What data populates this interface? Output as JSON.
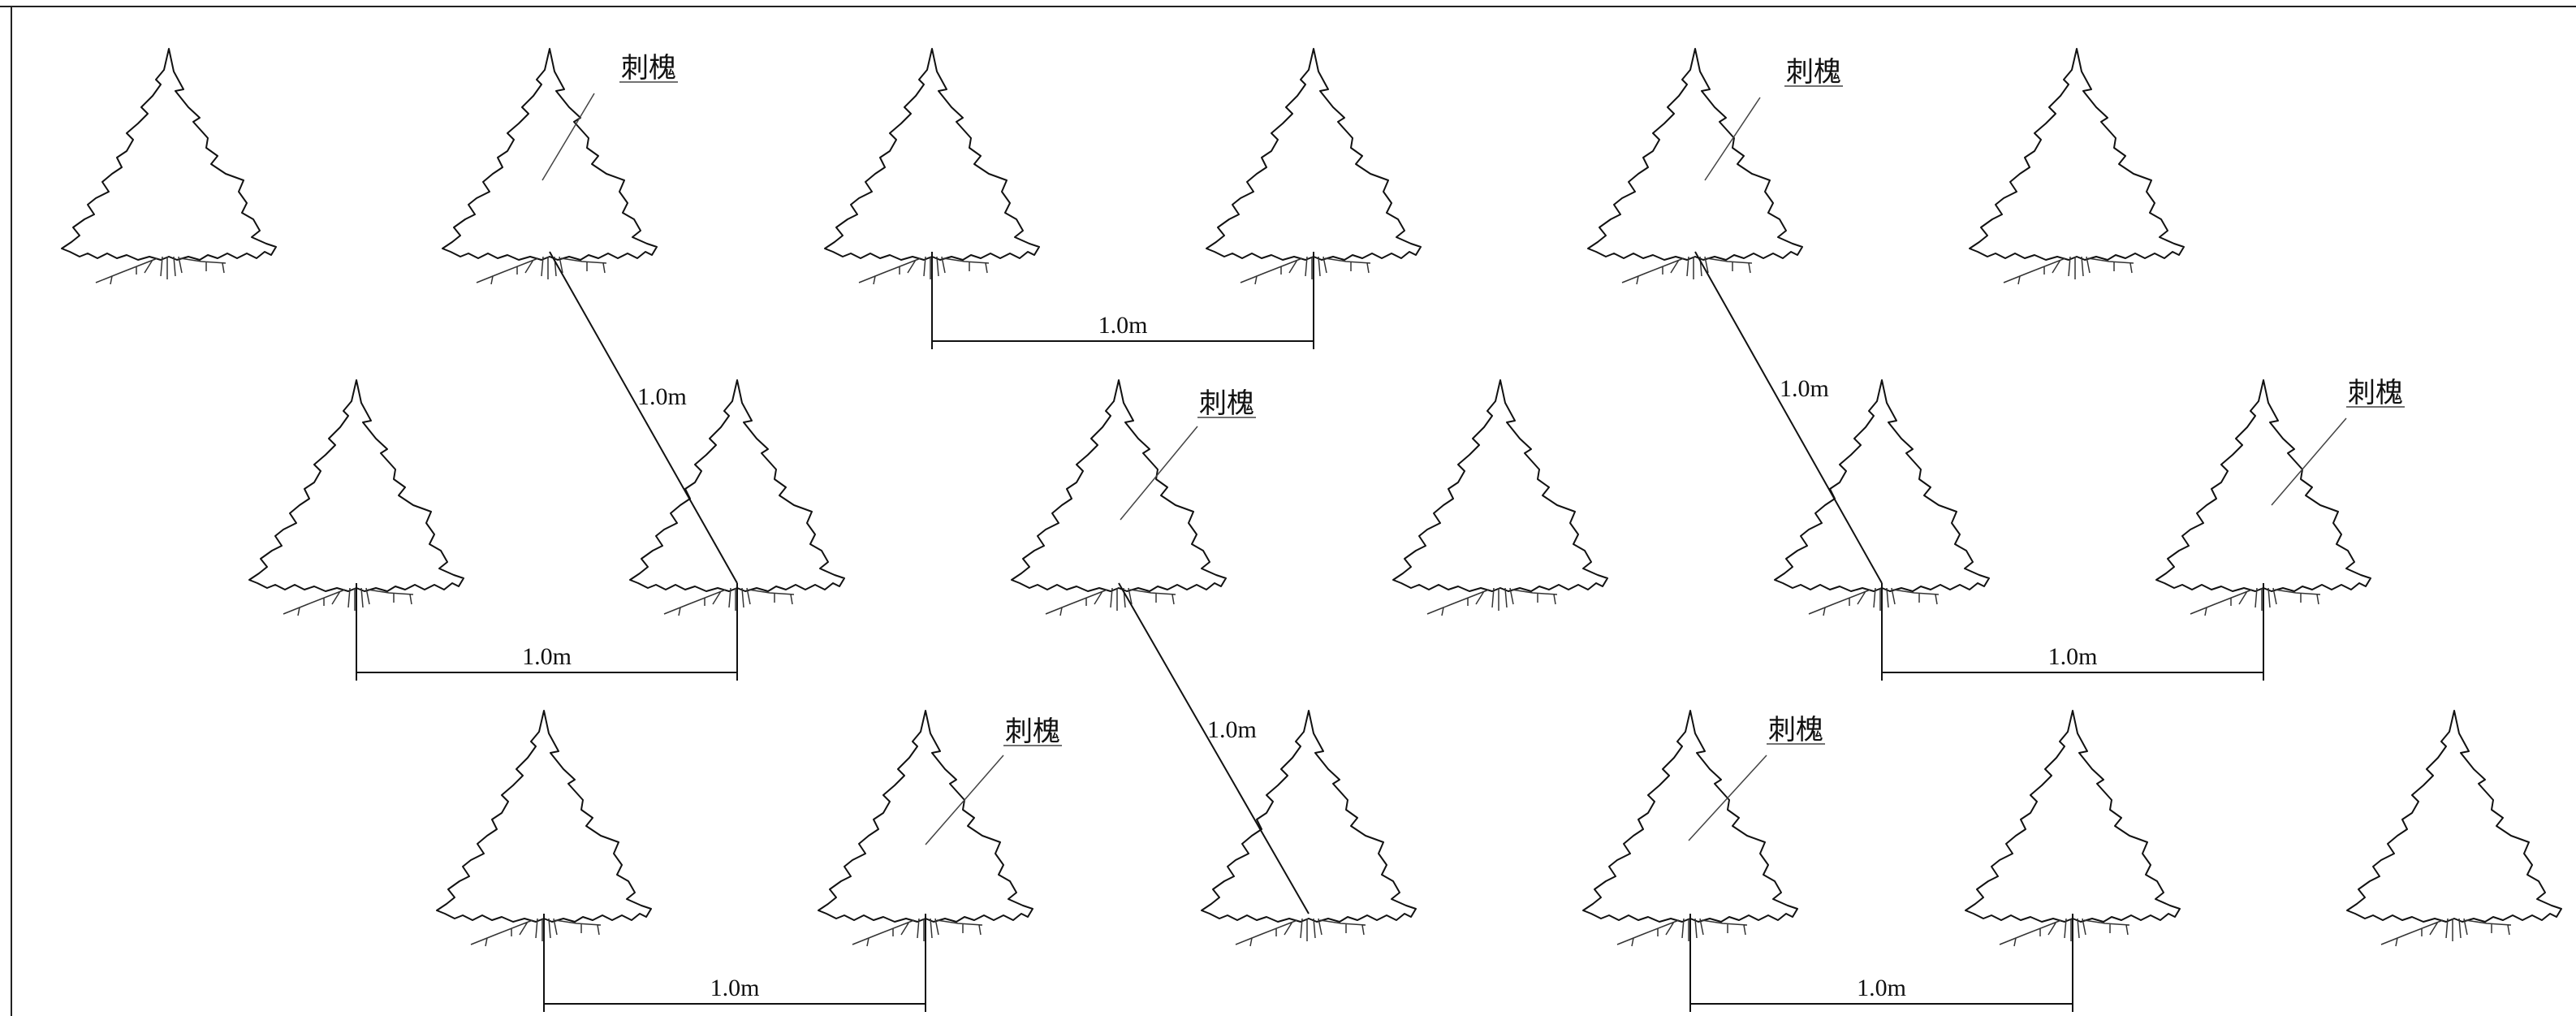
{
  "species_label": "刺槐",
  "spacing_label": "1.0m",
  "colors": {
    "line": "#111111",
    "background": "#ffffff"
  },
  "trees": [
    {
      "row": 1,
      "col": 1
    },
    {
      "row": 1,
      "col": 2
    },
    {
      "row": 1,
      "col": 3
    },
    {
      "row": 1,
      "col": 4
    },
    {
      "row": 1,
      "col": 5
    },
    {
      "row": 1,
      "col": 6
    },
    {
      "row": 2,
      "col": 1
    },
    {
      "row": 2,
      "col": 2
    },
    {
      "row": 2,
      "col": 3
    },
    {
      "row": 2,
      "col": 4
    },
    {
      "row": 2,
      "col": 5
    },
    {
      "row": 2,
      "col": 6
    },
    {
      "row": 3,
      "col": 1
    },
    {
      "row": 3,
      "col": 2
    },
    {
      "row": 3,
      "col": 3
    },
    {
      "row": 3,
      "col": 4
    },
    {
      "row": 3,
      "col": 5
    },
    {
      "row": 3,
      "col": 6
    }
  ]
}
